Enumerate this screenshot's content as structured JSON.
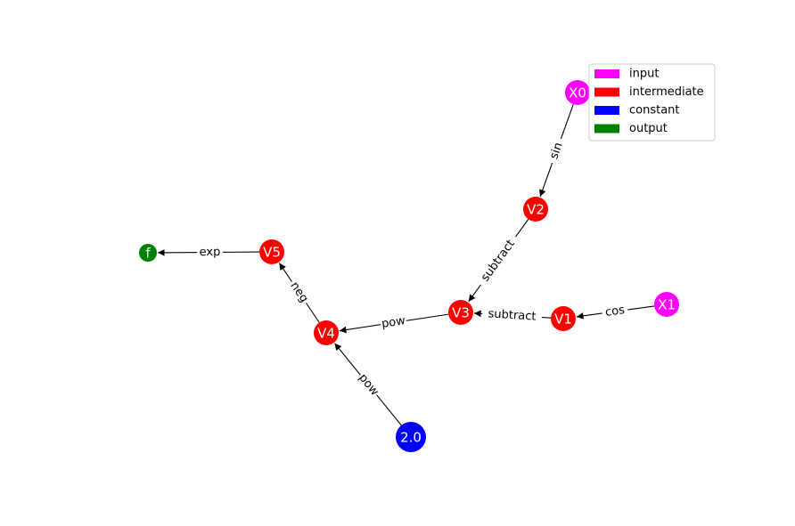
{
  "colors": {
    "input": "#ff00ff",
    "intermediate": "#ff0000",
    "constant": "#0000ff",
    "output": "#008000"
  },
  "legend": [
    {
      "key": "input",
      "label": "input"
    },
    {
      "key": "intermediate",
      "label": "intermediate"
    },
    {
      "key": "constant",
      "label": "constant"
    },
    {
      "key": "output",
      "label": "output"
    }
  ],
  "nodes": [
    {
      "id": "X0",
      "label": "X0",
      "kind": "input"
    },
    {
      "id": "X1",
      "label": "X1",
      "kind": "input"
    },
    {
      "id": "V1",
      "label": "V1",
      "kind": "intermediate"
    },
    {
      "id": "V2",
      "label": "V2",
      "kind": "intermediate"
    },
    {
      "id": "V3",
      "label": "V3",
      "kind": "intermediate"
    },
    {
      "id": "V4",
      "label": "V4",
      "kind": "intermediate"
    },
    {
      "id": "V5",
      "label": "V5",
      "kind": "intermediate"
    },
    {
      "id": "C",
      "label": "2.0",
      "kind": "constant"
    },
    {
      "id": "f",
      "label": "f",
      "kind": "output"
    }
  ],
  "edges": [
    {
      "from": "X0",
      "to": "V2",
      "label": "sin"
    },
    {
      "from": "X1",
      "to": "V1",
      "label": "cos"
    },
    {
      "from": "V2",
      "to": "V3",
      "label": "subtract"
    },
    {
      "from": "V1",
      "to": "V3",
      "label": "subtract"
    },
    {
      "from": "V3",
      "to": "V4",
      "label": "pow"
    },
    {
      "from": "C",
      "to": "V4",
      "label": "pow"
    },
    {
      "from": "V4",
      "to": "V5",
      "label": "neg"
    },
    {
      "from": "V5",
      "to": "f",
      "label": "exp"
    }
  ]
}
